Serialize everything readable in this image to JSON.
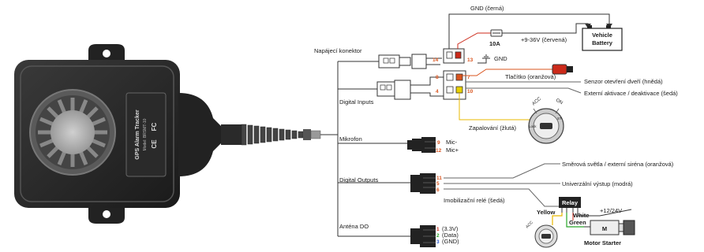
{
  "device": {
    "label_lines": [
      "GPS Alarm Tracker",
      "Model: BRSMT-10"
    ],
    "ce_mark": "CE",
    "fc_mark": "FC"
  },
  "connectors": {
    "power": "Napájecí konektor",
    "digital_inputs": "Digital Inputs",
    "mic": "Mikrofon",
    "digital_outputs": "Digital Outputs",
    "antenna": "Anténa DO"
  },
  "power": {
    "gnd_black": "GND (černá)",
    "fuse": "10A",
    "plus_red": "+9-36V (červená)",
    "battery": "Vehicle\nBattery",
    "battery_line1": "Vehicle",
    "battery_line2": "Battery",
    "gnd": "GND",
    "pin14": "14",
    "pin13": "13"
  },
  "inputs": {
    "button": "Tlačítko (oranžová)",
    "door": "Senzor otevření dveří (hnědá)",
    "ext": "Externí aktivace / deaktivace (šedá)",
    "ign": "Zapalování (žlutá)",
    "pin8": "8",
    "pin7": "7",
    "pin4": "4",
    "pin10": "10"
  },
  "ignition_key": {
    "acc": "ACC",
    "on": "ON",
    "lock": "Lock",
    "st": "ST"
  },
  "mic": {
    "p9": "9",
    "p12": "12",
    "mminus": "Mic-",
    "mplus": "Mic+"
  },
  "outputs": {
    "p11": "11",
    "p5": "5",
    "p6": "6",
    "light": "Směrová světla / externí siréna (oranžová)",
    "univ": "Univerzální výstup (modrá)",
    "immob": "Imobilizační relé (šedá)"
  },
  "relay": {
    "relay": "Relay",
    "yellow": "Yellow",
    "white": "White",
    "green": "Green",
    "v": "+12/24V",
    "m": "M",
    "starter": "Motor Starter"
  },
  "antenna": {
    "p1": "1",
    "p2": "2",
    "p3": "3",
    "v33": "(3.3V)",
    "data": "(Data)",
    "gnd": "(GND)"
  },
  "colors": {
    "pin_orange": "#d9541e",
    "wire_yellow": "#e8b800",
    "wire_green": "#2aa62a",
    "wire_red": "#cc2a1a"
  }
}
